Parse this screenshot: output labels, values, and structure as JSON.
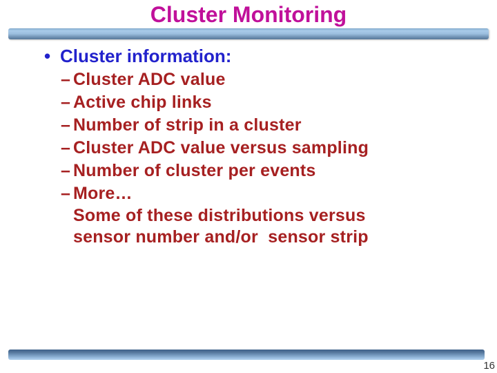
{
  "slide": {
    "title": "Cluster Monitoring",
    "heading": {
      "marker": "•",
      "text": "Cluster information:"
    },
    "list": {
      "marker": "–",
      "items": [
        "Cluster ADC value",
        "Active chip links",
        "Number of strip in a cluster",
        "Cluster ADC value versus sampling",
        "Number of cluster per events",
        "More…"
      ],
      "continuation": [
        "Some of these distributions versus",
        "sensor number and/or  sensor strip"
      ]
    },
    "page_number": "16",
    "colors": {
      "title_magenta": "#C0109A",
      "heading_blue": "#2222CC",
      "list_dark_red": "#A62021",
      "bar_blue_light": "#A9CBE9",
      "bar_blue_dark": "#3E6189"
    }
  }
}
